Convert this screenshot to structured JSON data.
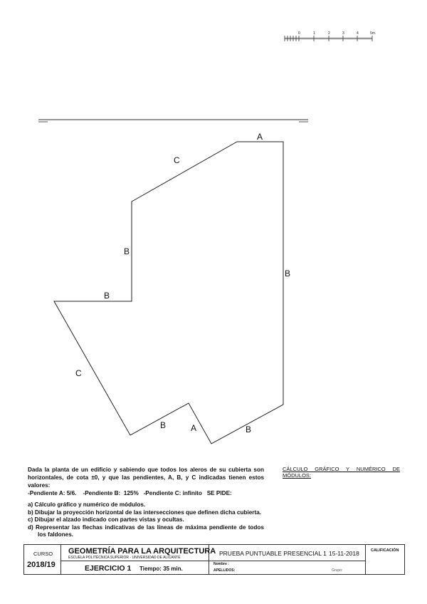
{
  "scale_bar": {
    "ticks": [
      "0",
      "1",
      "2",
      "3",
      "4",
      "5m."
    ]
  },
  "plan": {
    "labels": [
      "A",
      "C",
      "B",
      "B",
      "B",
      "C",
      "B",
      "A",
      "B"
    ]
  },
  "statement": {
    "intro": "Dada la planta de un edificio y sabiendo que todos los aleros de su cubierta son horizontales, de cota ±0, y que las pendientes, A, B, y C indicadas tienen estos valores:",
    "slopes": "-Pendiente A: 5/6.    -Pendiente B:  125%   -Pendiente C: infinito   SE PIDE:",
    "items": [
      "a)  Cálculo gráfico y numérico de módulos.",
      "b)  Dibujar la proyección horizontal de las intersecciones que definen dicha cubierta.",
      "c)  Dibujar el alzado indicado con partes vistas y ocultas.",
      "d)  Representar las flechas indicativas de las líneas de máxima pendiente de todos los faldones."
    ]
  },
  "calc_heading": {
    "line1": "CÁLCULO GRÁFICO Y NUMÉRICO DE",
    "line2": "MÓDULOS:"
  },
  "footer": {
    "curso_label": "CURSO",
    "curso_value": "2018/19",
    "subject": "GEOMETRÍA PARA LA ARQUITECTURA",
    "school": "ESCUELA POLITÉCNICA SUPERIOR - UNIVERSIDAD DE ALICANTE",
    "exercise": "EJERCICIO 1",
    "time": "Tiempo: 35 min.",
    "test": "PRUEBA PUNTUABLE PRESENCIAL  1",
    "date": "15-11-2018",
    "nombre": "Nombre :",
    "apellidos": "APELLIDOS:",
    "grupo": "Grupo:",
    "calificacion": "CALIFICACIÓN"
  }
}
